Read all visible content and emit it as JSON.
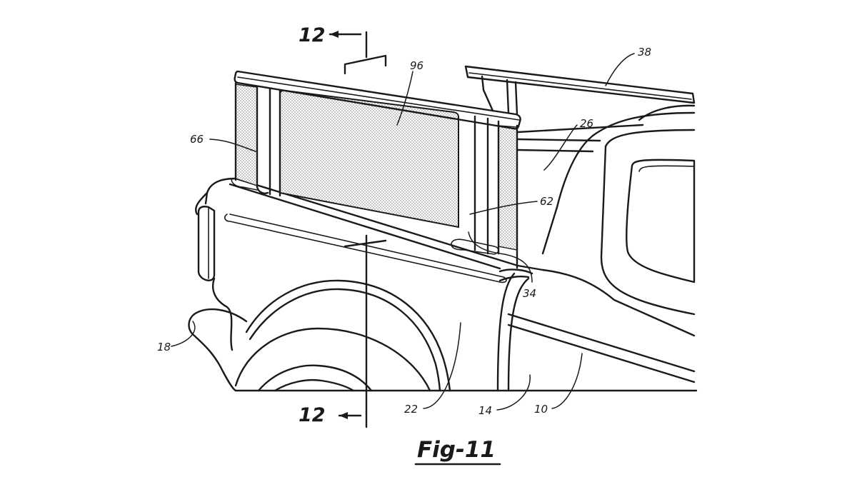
{
  "figure": {
    "label": "Fig-11"
  },
  "section_markers": [
    {
      "id": "top",
      "text": "12"
    },
    {
      "id": "bottom",
      "text": "12"
    }
  ],
  "reference_numerals": {
    "n96": "96",
    "n38": "38",
    "n66": "66",
    "n26": "26",
    "n62": "62",
    "n34": "34",
    "n18": "18",
    "n22": "22",
    "n14": "14",
    "n10": "10"
  },
  "colors": {
    "line": "#1a1a1a",
    "background": "#ffffff",
    "stipple": "#7a7a7a"
  }
}
